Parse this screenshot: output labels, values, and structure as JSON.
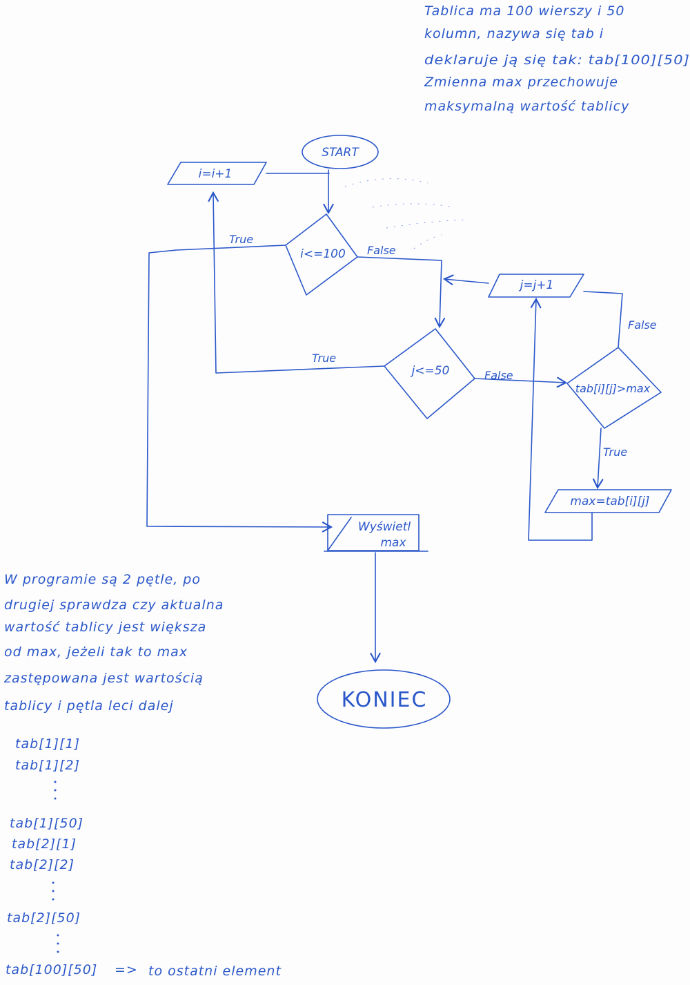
{
  "top_note": {
    "lines": [
      "Tablica ma 100 wierszy i 50",
      "kolumn, nazywa się tab i",
      "deklaruje ją się tak: tab[100][50]",
      "Zmienna max przechowuje",
      "maksymalną wartość tablicy"
    ]
  },
  "flowchart": {
    "start": "START",
    "i_increment": "i=i+1",
    "i_condition": "i<=100",
    "j_increment": "j=j+1",
    "j_condition": "j<=50",
    "compare": "tab[i][j]>max",
    "assign": "max=tab[i][j]",
    "display_line1": "Wyświetl",
    "display_line2": "max",
    "end": "KONIEC",
    "edge_true_i": "True",
    "edge_false_i": "False",
    "edge_true_j": "True",
    "edge_false_j": "False",
    "edge_false_compare": "False",
    "edge_true_compare": "True"
  },
  "bottom_note": {
    "lines": [
      "W programie są 2 pętle, po",
      "drugiej sprawdza czy aktualna",
      "wartość tablicy jest większa",
      "od max, jeżeli tak to max",
      "zastępowana jest wartością",
      "tablicy i pętla leci dalej"
    ]
  },
  "sequence": {
    "items": [
      "tab[1][1]",
      "tab[1][2]",
      "tab[1][50]",
      "tab[2][1]",
      "tab[2][2]",
      "tab[2][50]"
    ],
    "last_item": "tab[100][50]",
    "last_arrow": "=>",
    "last_comment": "to ostatni element"
  }
}
